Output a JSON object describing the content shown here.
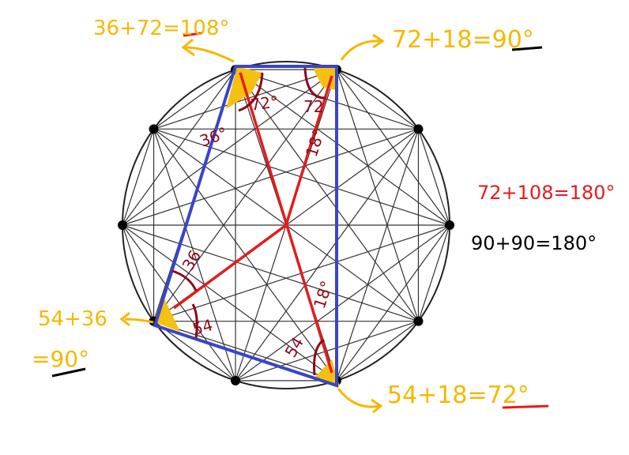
{
  "colors": {
    "chord": "#333333",
    "quad": "#3a45c8",
    "radius": "#e21d1d",
    "highlight": "#f5c010",
    "angle_label": "#8b0a1a",
    "annotation": "#f5b800"
  },
  "annotations": {
    "top_left": "36+72=108°",
    "top_right": "72+18=90°",
    "left_bottom_line1": "54+36",
    "left_bottom_line2": "=90°",
    "bottom_right": "54+18=72°",
    "sum_red": "72+108=180°",
    "sum_black": "90+90=180°"
  },
  "angle_labels": {
    "a72_left": "72°",
    "a72_right": "72",
    "a36_top": "36°",
    "a18_top": "18°",
    "a36_left": "36",
    "a54_left": "54",
    "a18_bottom": "18°",
    "a54_bottom": "54"
  }
}
